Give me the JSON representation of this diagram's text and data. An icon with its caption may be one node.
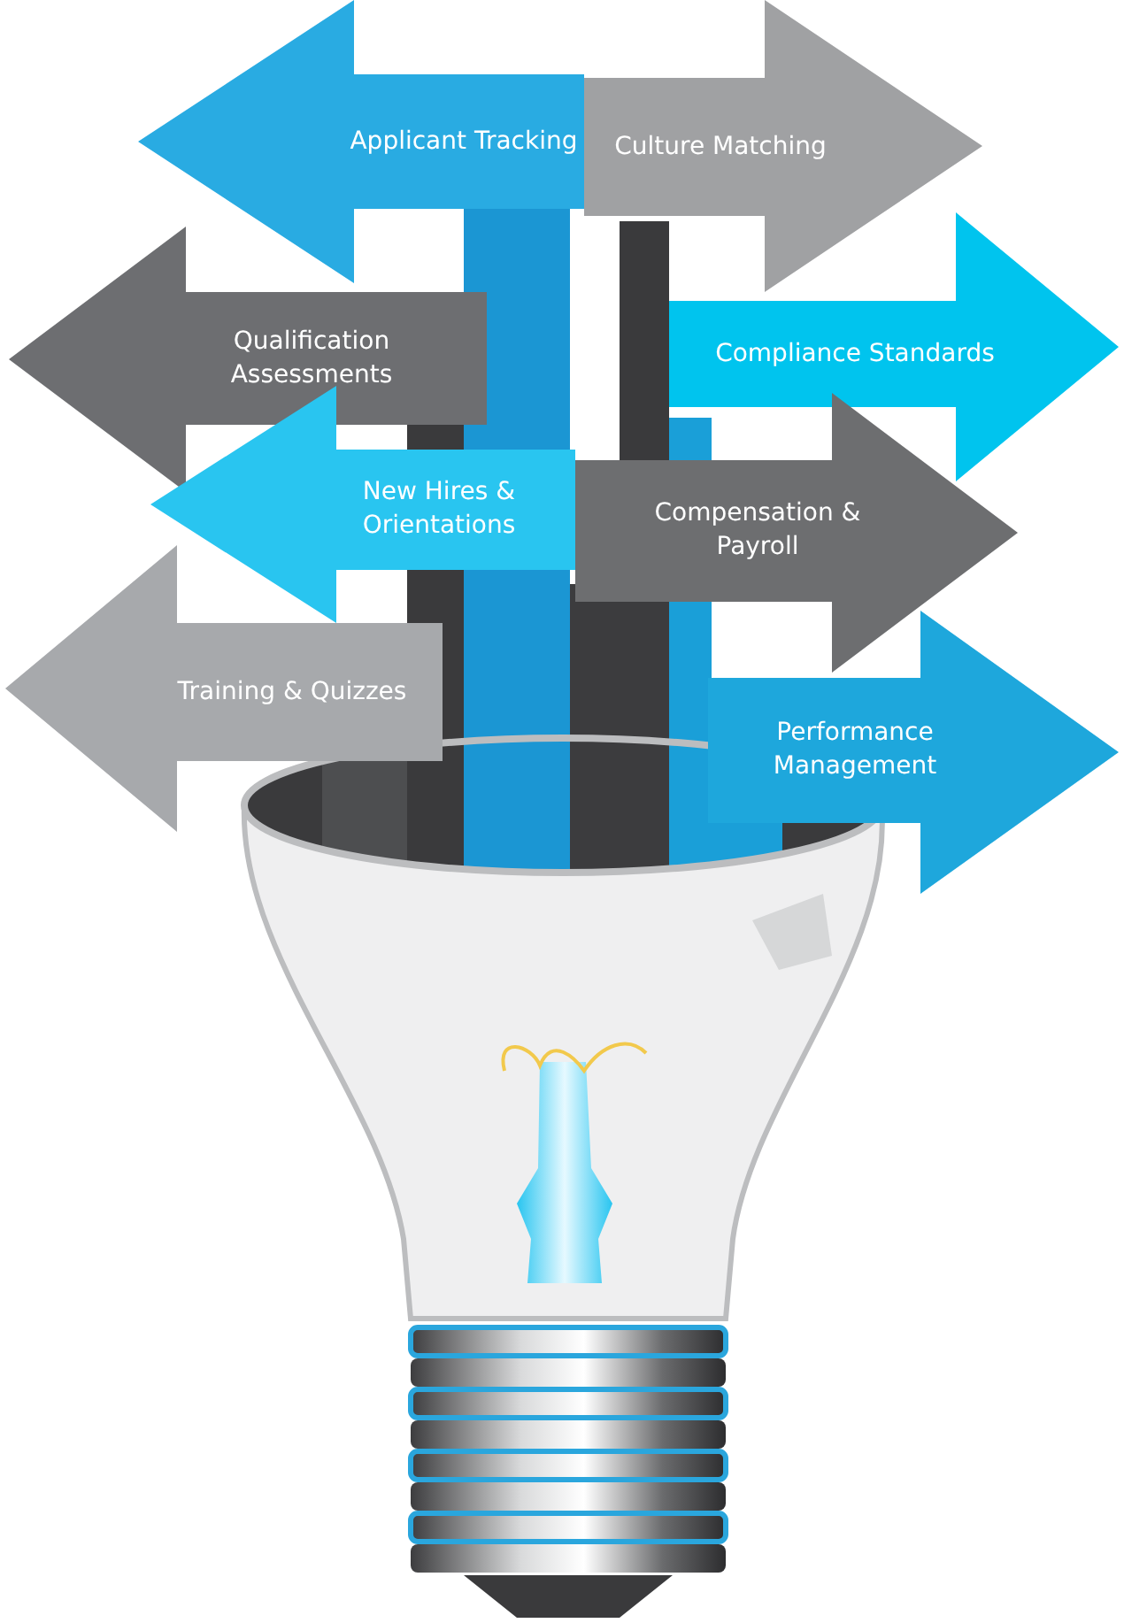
{
  "diagram": {
    "nodes": [
      {
        "text": [
          "Applicant Tracking"
        ]
      },
      {
        "text": [
          "Culture Matching"
        ]
      },
      {
        "text": [
          "Qualification Assessments"
        ]
      },
      {
        "text": [
          "Compliance Standards"
        ]
      },
      {
        "text": [
          "New Hires & Orientations"
        ]
      },
      {
        "text": [
          "Compensation & Payroll"
        ]
      },
      {
        "text": [
          "Training & Quizzes"
        ]
      },
      {
        "text": [
          "Performance Management"
        ]
      }
    ]
  }
}
